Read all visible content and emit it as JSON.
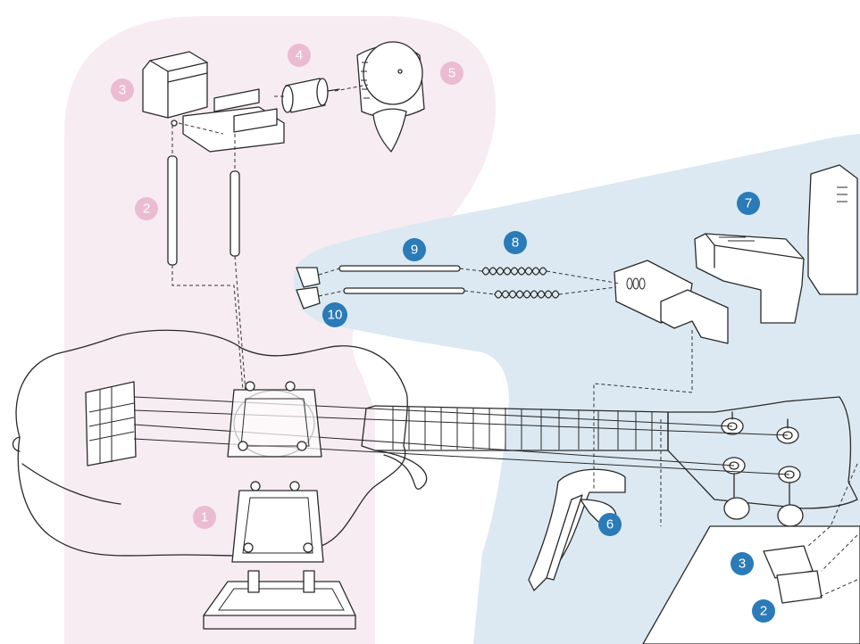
{
  "colors": {
    "pink_region": "#f7ecf2",
    "blue_region": "#dce9f2",
    "pink_badge": "#ebbcd1",
    "blue_badge": "#2a7bb8",
    "line": "#2a2a2a"
  },
  "badges": {
    "pink": {
      "b1": "1",
      "b2": "2",
      "b3": "3",
      "b4": "4",
      "b5": "5"
    },
    "blue": {
      "b2": "2",
      "b3": "3",
      "b6": "6",
      "b7": "7",
      "b8": "8",
      "b9": "9",
      "b10": "10"
    }
  }
}
